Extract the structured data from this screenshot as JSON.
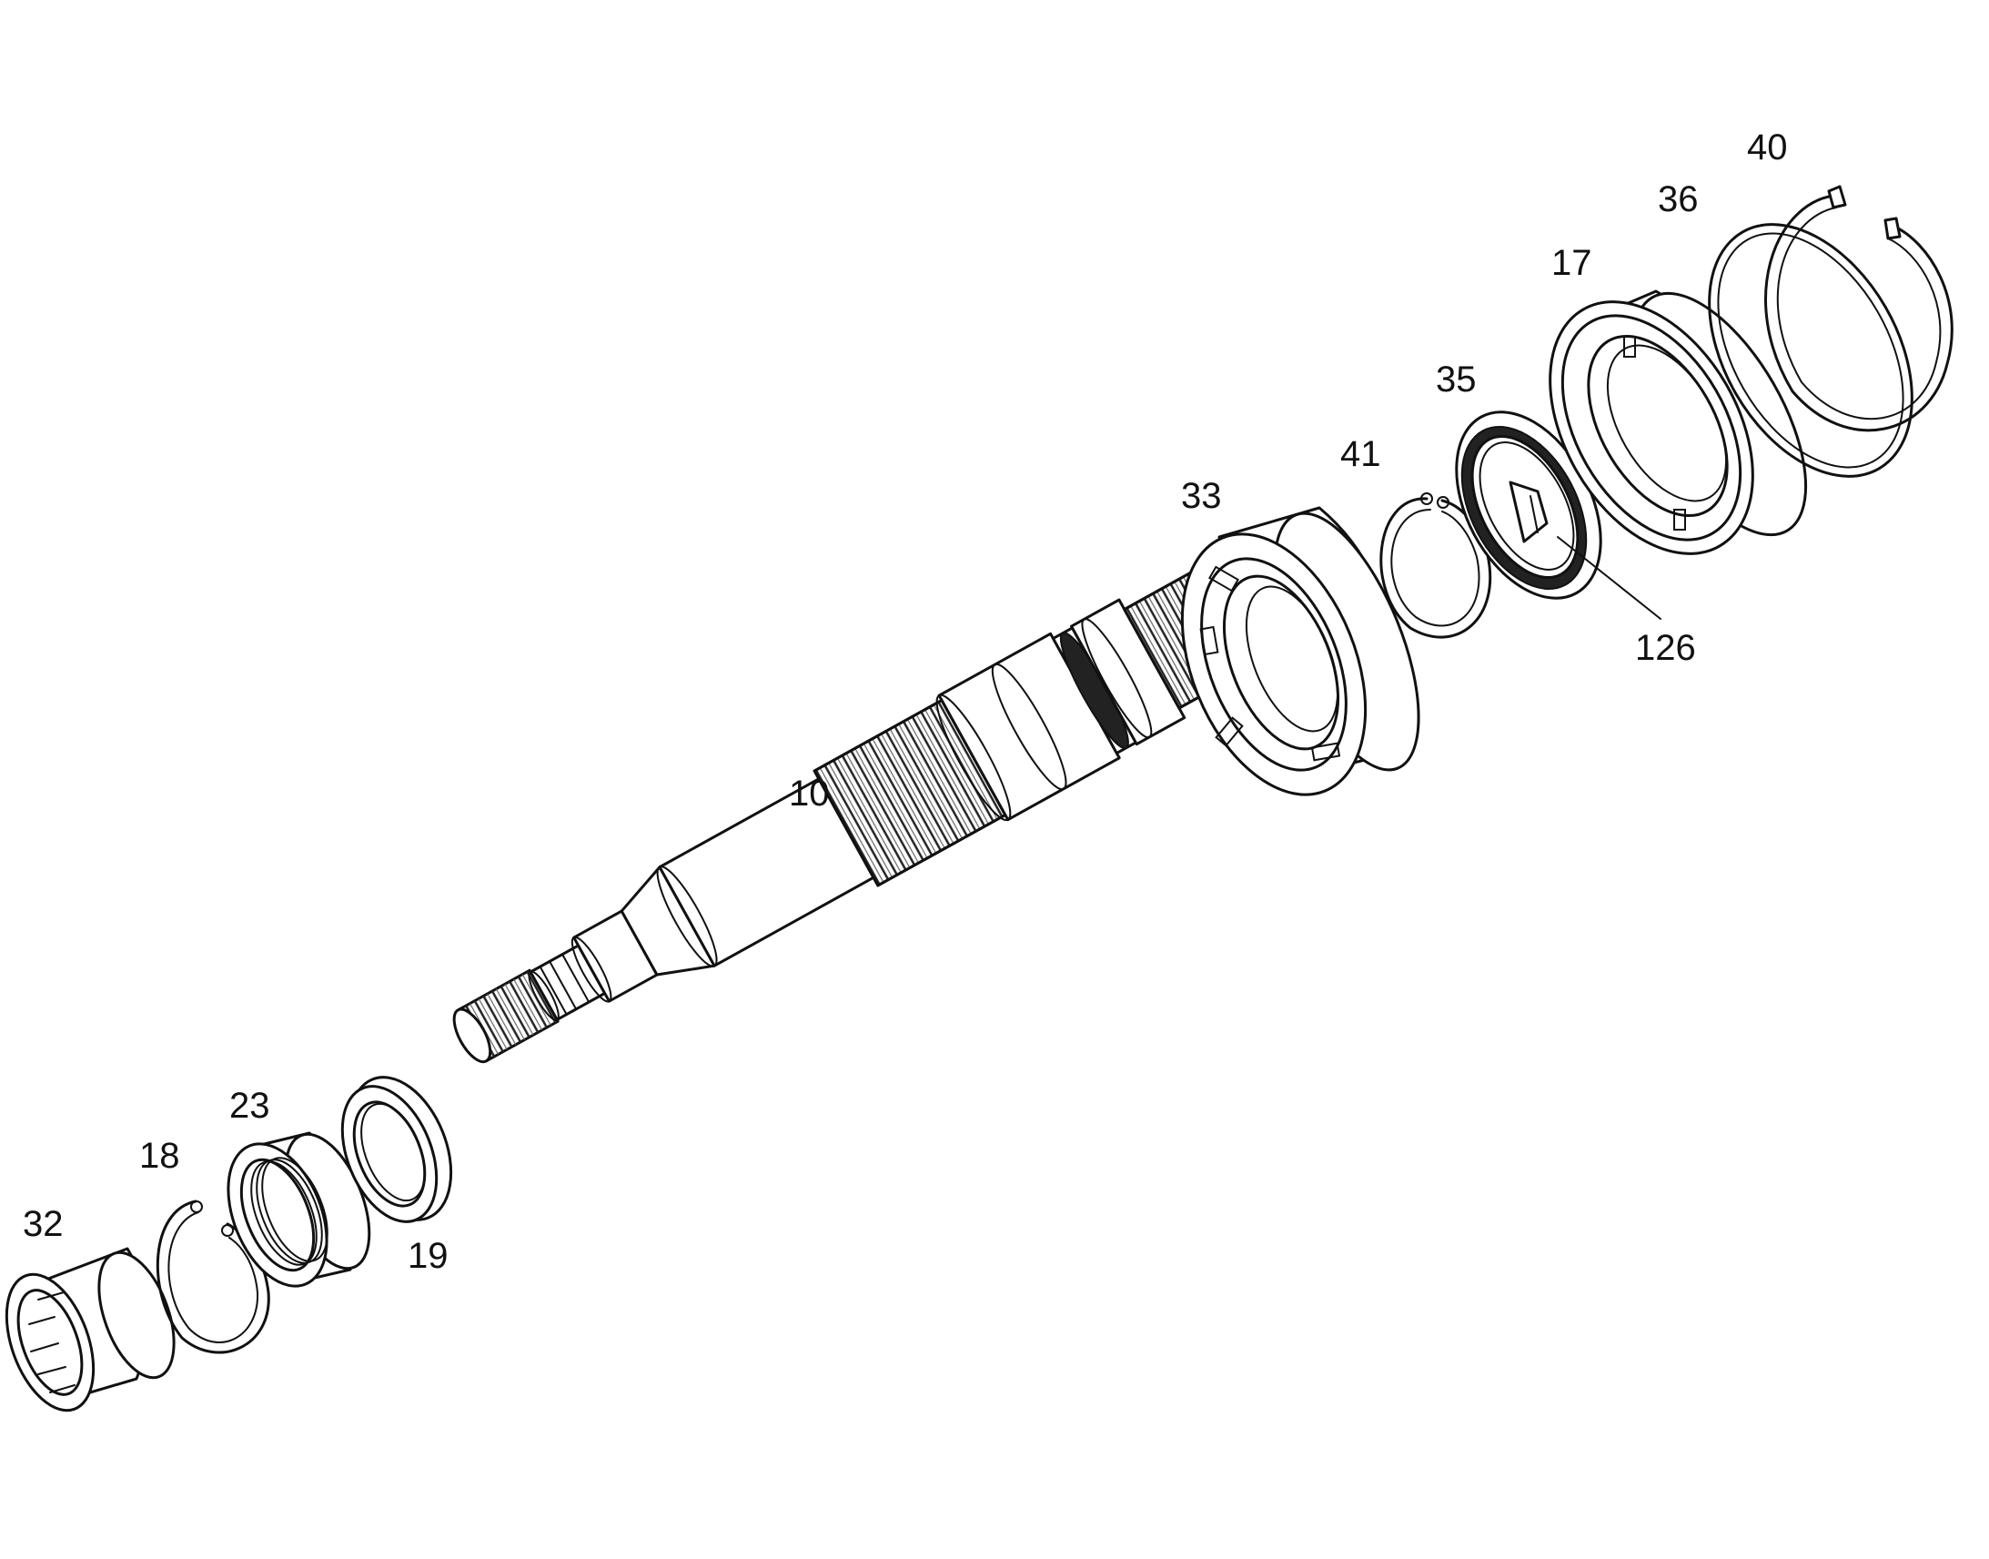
{
  "diagram": {
    "labels": {
      "p10": "10",
      "p17": "17",
      "p18": "18",
      "p19": "19",
      "p23": "23",
      "p32": "32",
      "p33": "33",
      "p35": "35",
      "p36": "36",
      "p40": "40",
      "p41": "41",
      "p126": "126"
    }
  }
}
